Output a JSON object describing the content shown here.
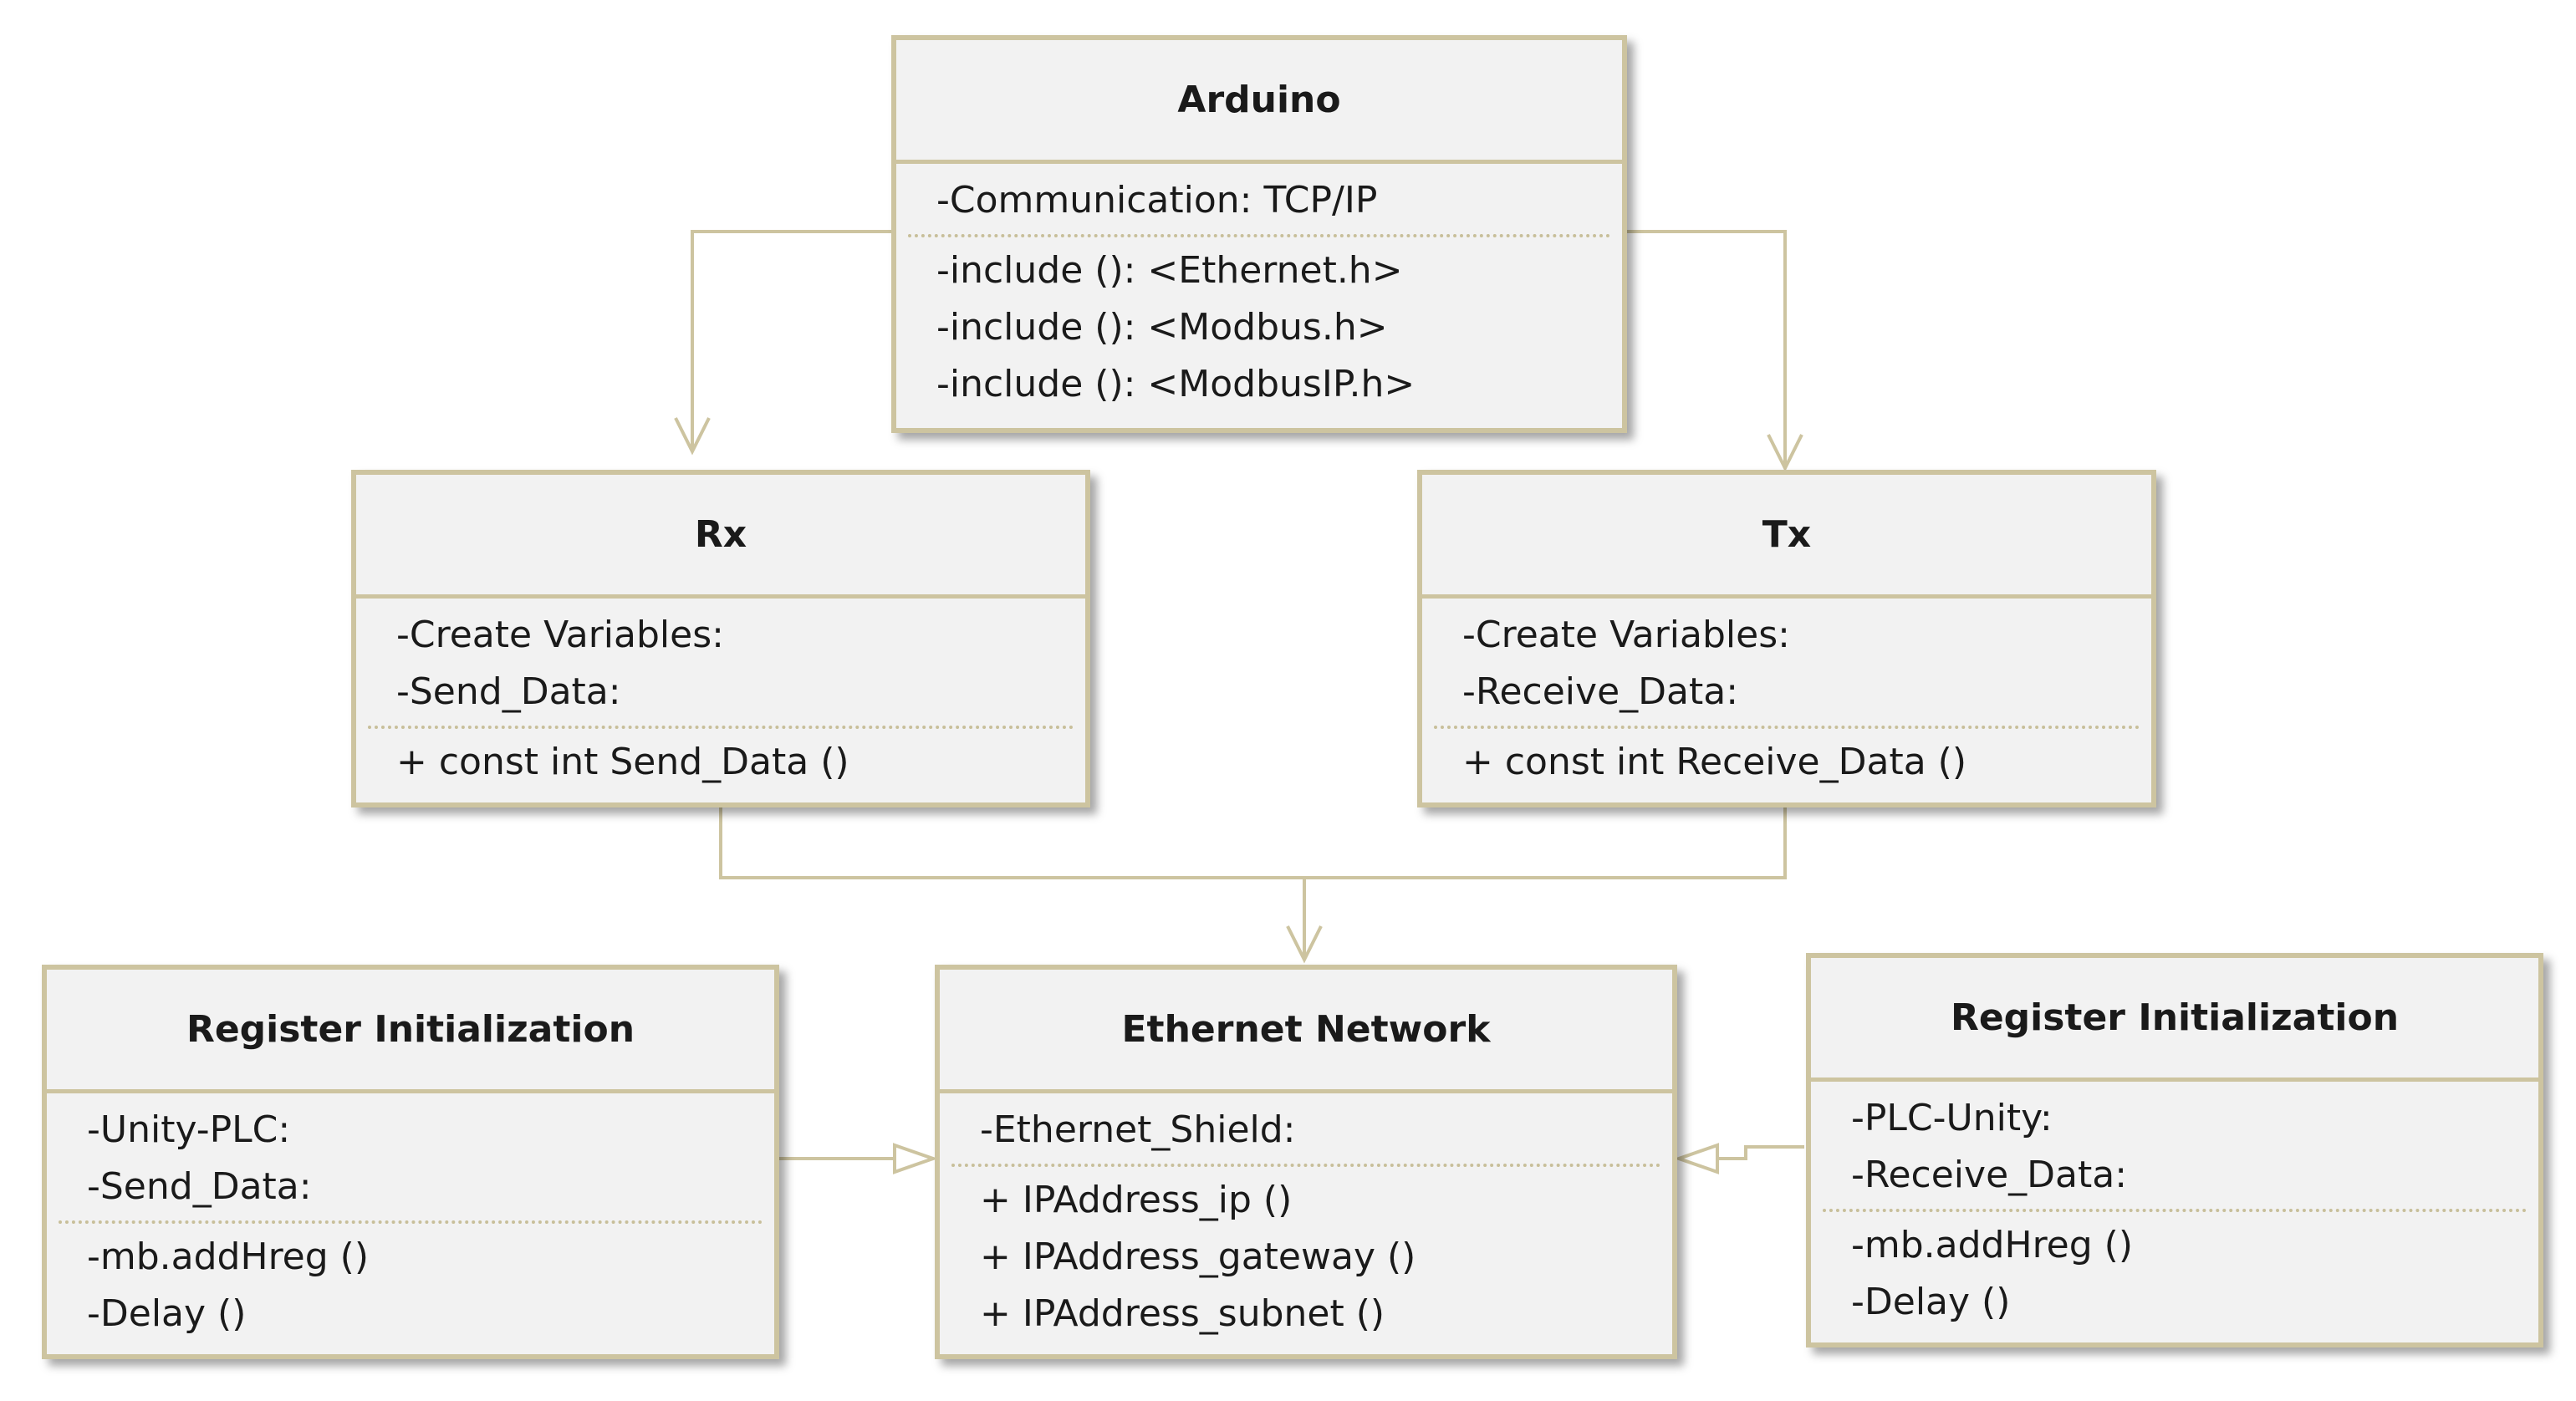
{
  "colors": {
    "box_fill": "#f2f2f2",
    "box_border": "#cdc4a0",
    "connector": "#cdc4a0",
    "text": "#1a1a1a"
  },
  "boxes": {
    "arduino": {
      "title": "Arduino",
      "attributes": [
        "-Communication: TCP/IP"
      ],
      "operations": [
        "-include (): <Ethernet.h>",
        "-include (): <Modbus.h>",
        "-include (): <ModbusIP.h>"
      ]
    },
    "rx": {
      "title": "Rx",
      "attributes": [
        "-Create Variables:",
        "-Send_Data:"
      ],
      "operations": [
        "+ const int Send_Data ()"
      ]
    },
    "tx": {
      "title": "Tx",
      "attributes": [
        "-Create Variables:",
        "-Receive_Data:"
      ],
      "operations": [
        "+ const int Receive_Data ()"
      ]
    },
    "reg_left": {
      "title": "Register Initialization",
      "attributes": [
        "-Unity-PLC:",
        "-Send_Data:"
      ],
      "operations": [
        "-mb.addHreg ()",
        "-Delay ()"
      ]
    },
    "ethernet": {
      "title": "Ethernet Network",
      "attributes": [
        "-Ethernet_Shield:"
      ],
      "operations": [
        "+ IPAddress_ip ()",
        "+ IPAddress_gateway ()",
        "+ IPAddress_subnet ()"
      ]
    },
    "reg_right": {
      "title": "Register Initialization",
      "attributes": [
        "-PLC-Unity:",
        "-Receive_Data:"
      ],
      "operations": [
        "-mb.addHreg ()",
        "-Delay ()"
      ]
    }
  },
  "connectors": [
    {
      "from": "arduino",
      "to": "rx",
      "head": "open-arrow"
    },
    {
      "from": "arduino",
      "to": "tx",
      "head": "open-arrow"
    },
    {
      "from": "rx",
      "to": "ethernet",
      "head": "open-arrow"
    },
    {
      "from": "tx",
      "to": "ethernet",
      "head": "open-arrow"
    },
    {
      "from": "reg_left",
      "to": "ethernet",
      "head": "hollow-triangle"
    },
    {
      "from": "reg_right",
      "to": "ethernet",
      "head": "hollow-triangle"
    }
  ]
}
